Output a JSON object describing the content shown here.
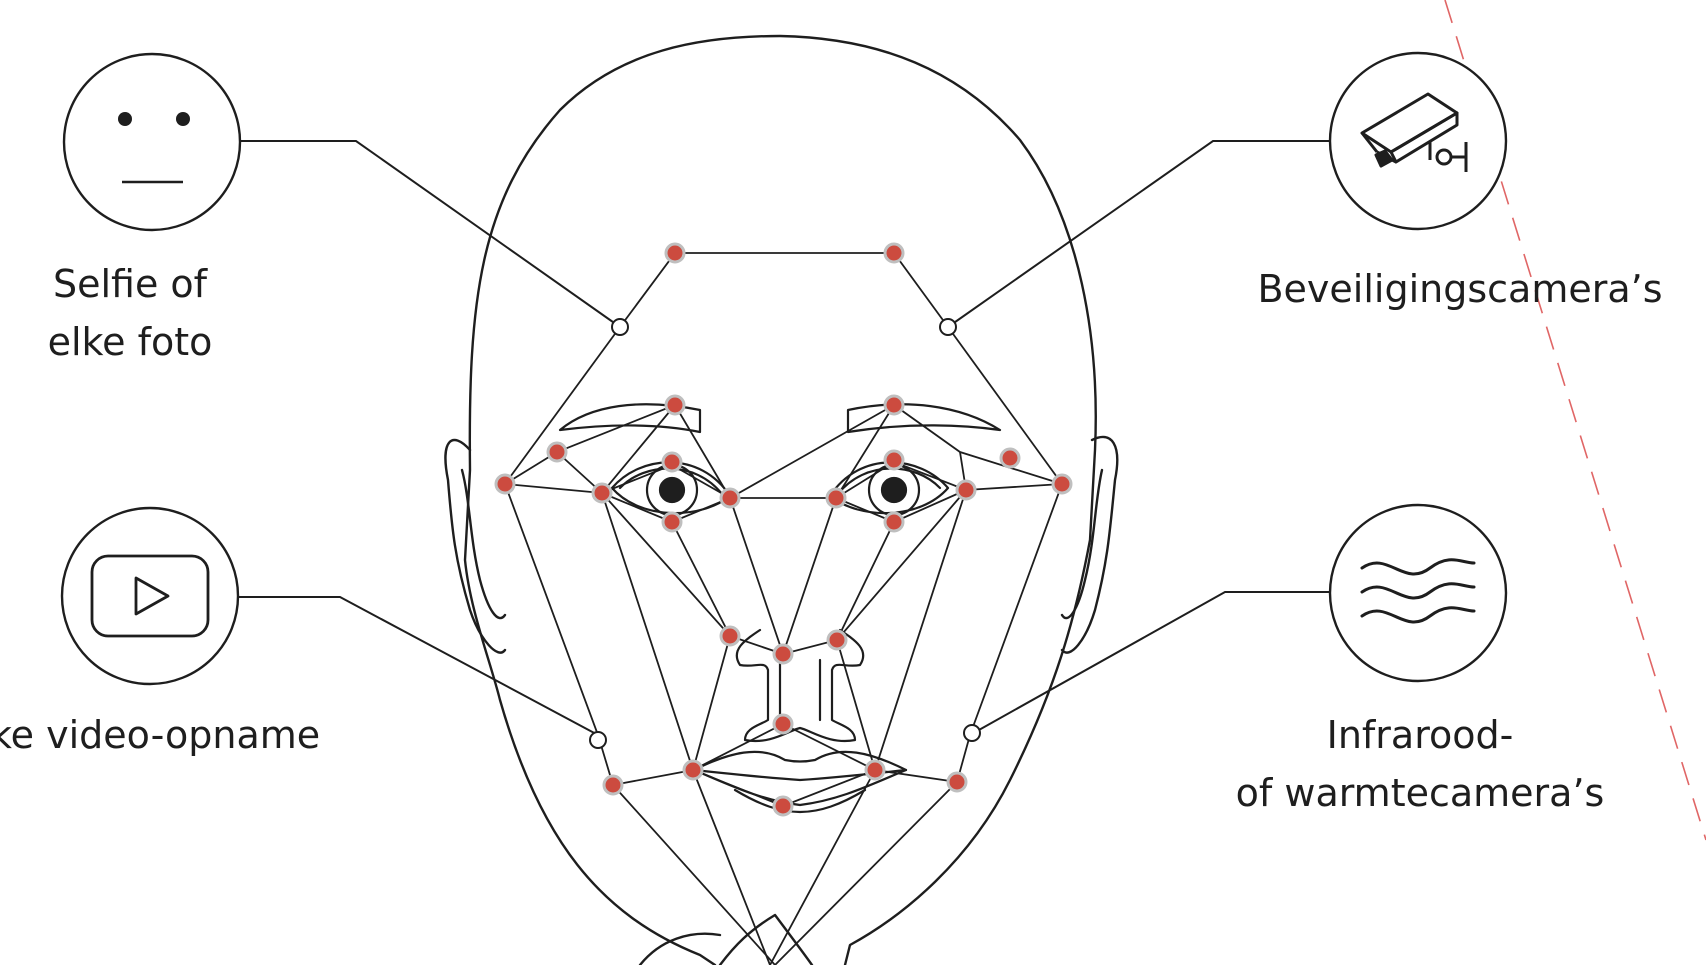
{
  "labels": {
    "selfie_line1": "Selfie of",
    "selfie_line2": "elke foto",
    "video": "ke video-opname",
    "security": "Beveiligingscamera’s",
    "infrared_line1": "Infrarood-",
    "infrared_line2": "of warmtecamera’s"
  },
  "icons": {
    "top_left": "neutral-face-icon",
    "bottom_left": "video-play-icon",
    "top_right": "security-camera-icon",
    "bottom_right": "heat-waves-icon"
  },
  "colors": {
    "line": "#1e1e1e",
    "landmark_fill": "#cc4b3f",
    "landmark_stroke": "#bfbfbf",
    "dashed_line": "#e06666"
  }
}
